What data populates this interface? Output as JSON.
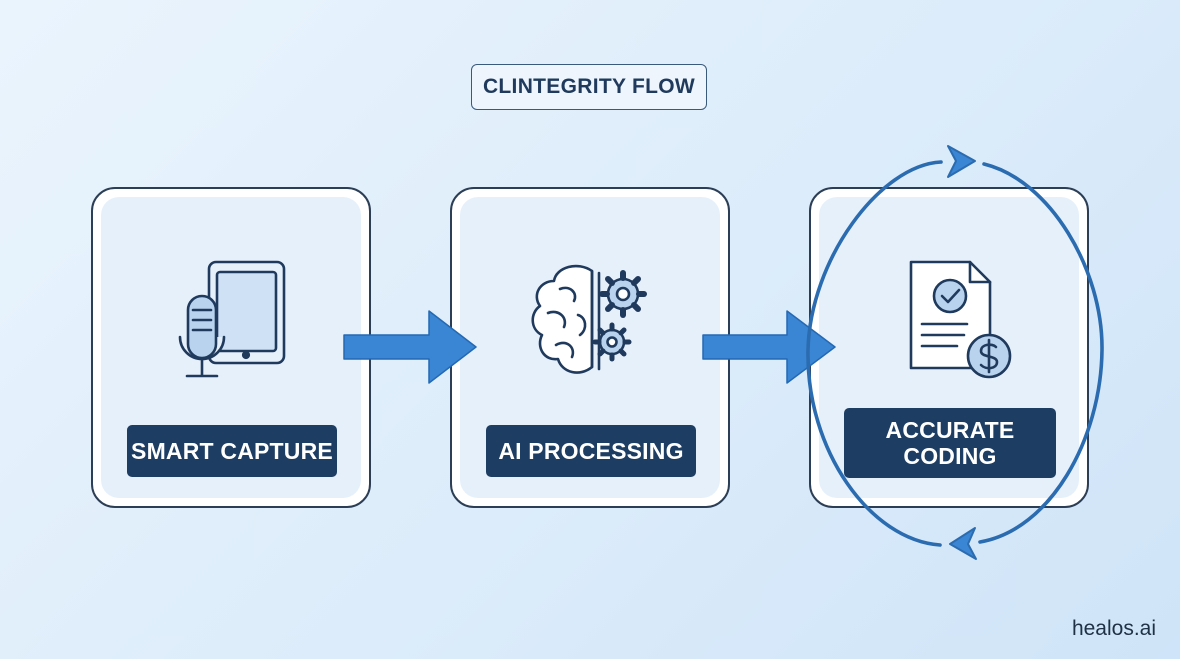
{
  "title": "CLINTEGRITY FLOW",
  "steps": [
    {
      "label": "SMART CAPTURE",
      "icon": "microphone-tablet-icon"
    },
    {
      "label": "AI PROCESSING",
      "icon": "brain-gears-icon"
    },
    {
      "label": "ACCURATE CODING",
      "icon": "document-dollar-icon"
    }
  ],
  "colors": {
    "navy": "#1d3d63",
    "accent_blue": "#3a86d4",
    "icon_fill": "#b9d3ee",
    "card_border": "#2c3e55"
  },
  "watermark": "healos.ai"
}
